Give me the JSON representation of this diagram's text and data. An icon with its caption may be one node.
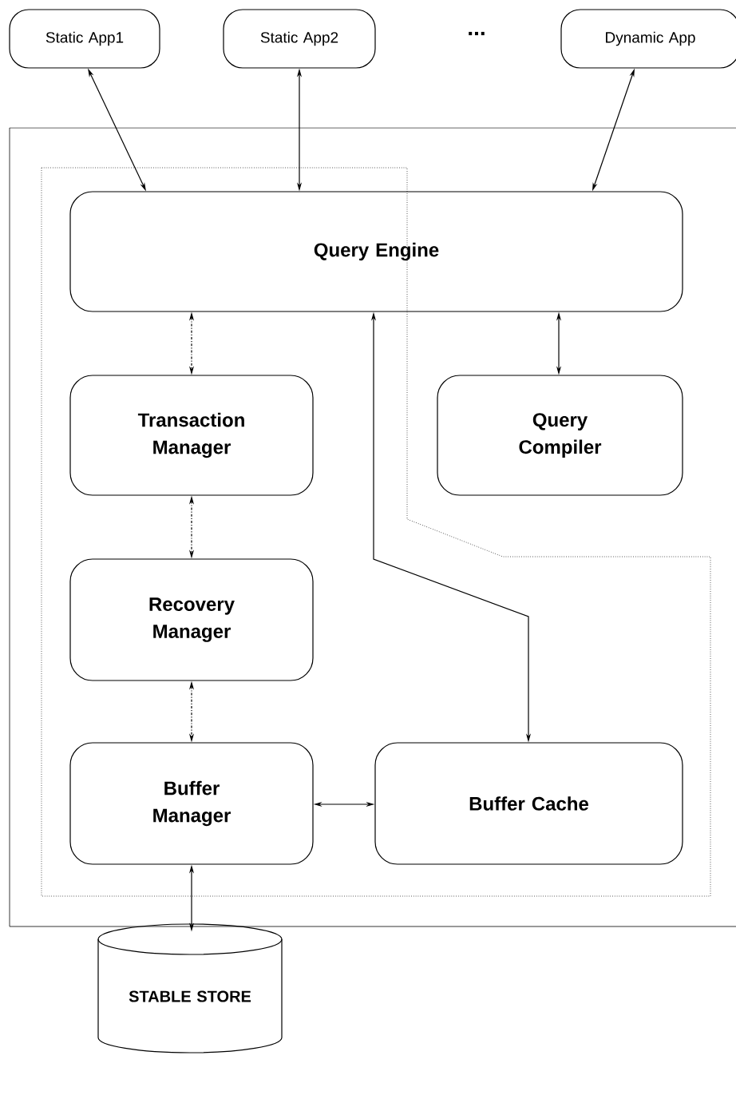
{
  "diagram": {
    "nodes": [
      {
        "text": [
          "Static App1"
        ]
      },
      {
        "text": [
          "Static App2"
        ]
      },
      {
        "text": [
          "Dynamic App"
        ]
      },
      {
        "text": [
          "Query Engine"
        ]
      },
      {
        "text": [
          "Transaction Manager"
        ]
      },
      {
        "text": [
          "Query Compiler"
        ]
      },
      {
        "text": [
          "Recovery Manager"
        ]
      },
      {
        "text": [
          "Buffer Manager"
        ]
      },
      {
        "text": [
          "Buffer Cache"
        ]
      },
      {
        "text": [
          "STABLE STORE"
        ]
      }
    ],
    "edges": [
      {
        "from": 0,
        "to": 3,
        "arrow": "both"
      },
      {
        "from": 1,
        "to": 3,
        "arrow": "both"
      },
      {
        "from": 2,
        "to": 3,
        "arrow": "both"
      },
      {
        "from": 3,
        "to": 4,
        "arrow": "both",
        "style": "dashed"
      },
      {
        "from": 3,
        "to": 5,
        "arrow": "both"
      },
      {
        "from": 4,
        "to": 6,
        "arrow": "both",
        "style": "dashed"
      },
      {
        "from": 6,
        "to": 7,
        "arrow": "both",
        "style": "dashed"
      },
      {
        "from": 3,
        "to": 8,
        "arrow": "both"
      },
      {
        "from": 7,
        "to": 8,
        "arrow": "both"
      },
      {
        "from": 7,
        "to": 9,
        "arrow": "both"
      }
    ],
    "labels": [
      "..."
    ]
  }
}
